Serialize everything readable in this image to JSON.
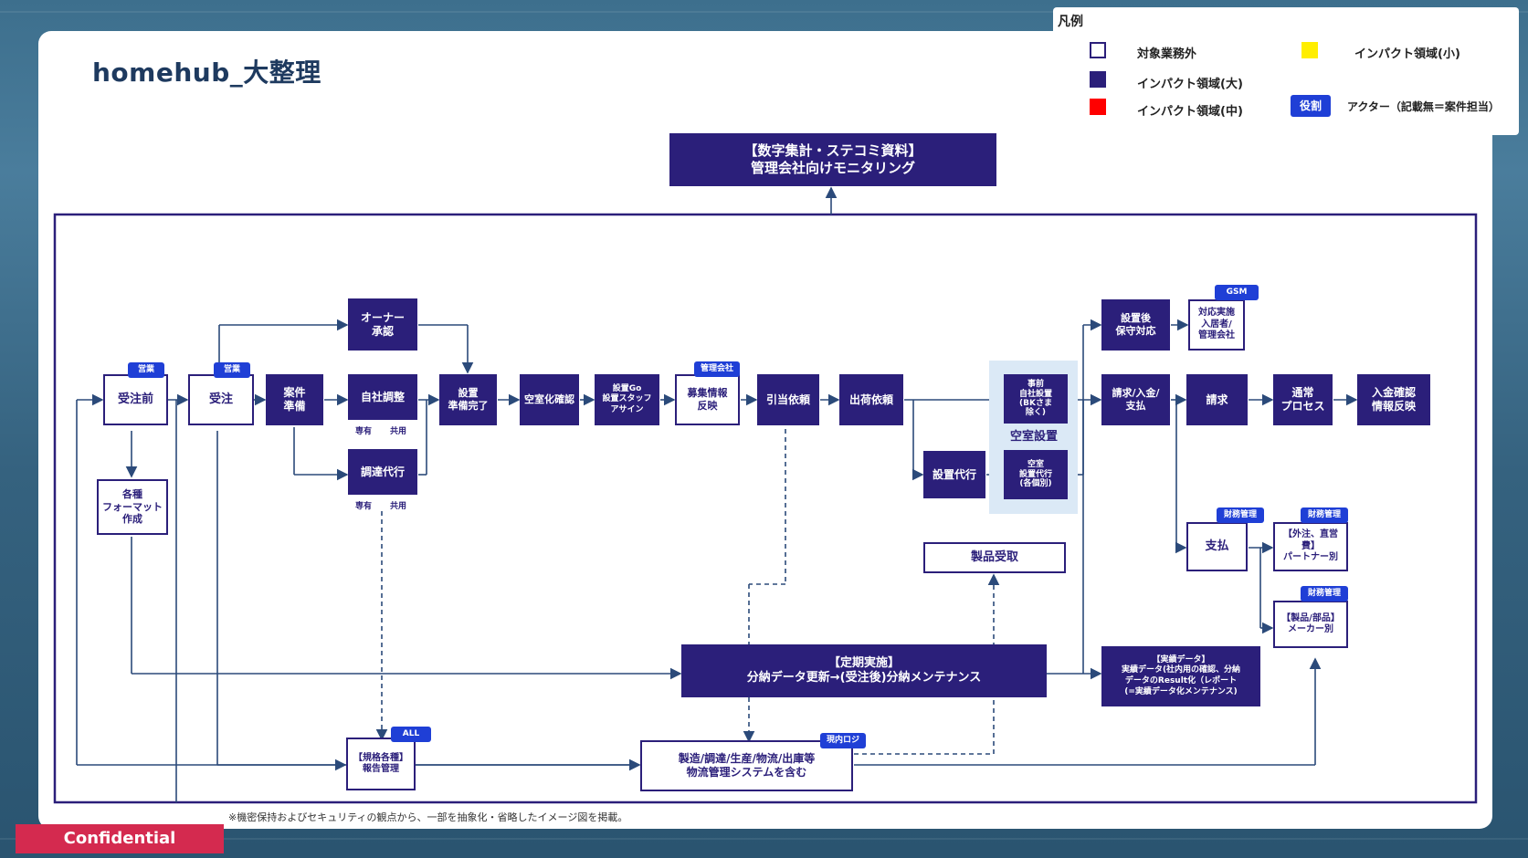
{
  "title": "homehub_大整理",
  "legend": {
    "heading": "凡例",
    "items": {
      "out_of_scope": "対象業務外",
      "impact_large": "インパクト領域(大)",
      "impact_medium": "インパクト領域(中)",
      "impact_small": "インパクト領域(小)",
      "actor_tag": "役割",
      "actor": "アクター（記載無＝案件担当）"
    },
    "colors": {
      "large": "#2b1f7a",
      "medium": "#ff0000",
      "small": "#ffee00",
      "actor": "#1f3fd6"
    }
  },
  "top_box": "【数字集計・ステコミ資料】\n管理会社向けモニタリング",
  "nodes": {
    "juchu_mae": "受注前",
    "juchu": "受注",
    "kakushu": "各種\nフォーマット\n作成",
    "anken": "案件\n準備",
    "owner": "オーナー\n承認",
    "jisha": "自社調整",
    "chotatsu": "調達代行",
    "setchi_junbi": "設置\n準備完了",
    "kushitsuka": "空室化確認",
    "setchi_go": "設置Go\n設置スタッフ\nアサイン",
    "boshu": "募集情報\n反映",
    "hikiate": "引当依頼",
    "shukka": "出荷依頼",
    "setchi_daiko": "設置代行",
    "jizen": "事前\n自社設置\n(BKさま\n除く)",
    "kushitsu_setchi": "空室設置",
    "kushitsu_daiko": "空室\n設置代行\n(各個別)",
    "seihin_uketori": "製品受取",
    "teiki": "【定期実施】\n分納データ更新→(受注後)分納メンテナンス",
    "kikaku": "【規格各種】\n報告管理",
    "seizo": "製造/調達/生産/物流/出庫等\n物流管理システムを含む",
    "hoshu": "設置後\n保守対応",
    "taio": "対応実施\n入居者/\n管理会社",
    "seikyu_nyukin": "請求/入金/\n支払",
    "seikyu": "請求",
    "tsujo": "通常\nプロセス",
    "nyukin": "入金確認\n情報反映",
    "shiharai": "支払",
    "gaichu": "【外注、直営費】\nパートナー別",
    "seihin_buhin": "【製品/部品】\nメーカー別",
    "jisseki": "【実績データ】\n実績データ(社内用の確認、分納\nデータのResult化（レポート\n(=実績データ化メンテナンス)"
  },
  "tags": {
    "eigyo1": "営業",
    "eigyo2": "営業",
    "kanri": "管理会社",
    "gsm": "GSM",
    "all": "ALL",
    "genkai": "現内ロジ",
    "zaimu1": "財務管理",
    "zaimu2": "財務管理"
  },
  "subs": {
    "senyu1": "専有",
    "kyoyu1": "共用",
    "senyu2": "専有",
    "kyoyu2": "共用"
  },
  "footnote": "※機密保持およびセキュリティの観点から、一部を抽象化・省略したイメージ図を掲載。",
  "confidential": "Confidential"
}
